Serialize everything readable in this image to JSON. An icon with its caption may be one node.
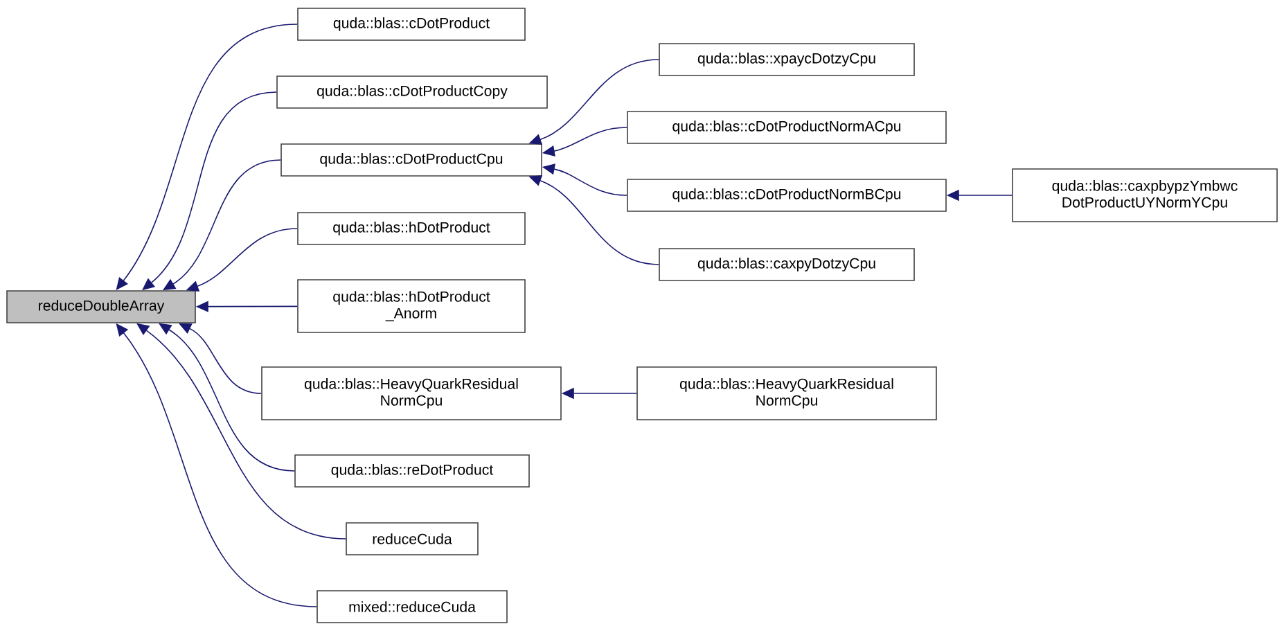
{
  "diagram": {
    "nodes": [
      {
        "text": [
          "reduceDoubleArray"
        ]
      },
      {
        "text": [
          "quda::blas::cDotProduct"
        ]
      },
      {
        "text": [
          "quda::blas::cDotProductCopy"
        ]
      },
      {
        "text": [
          "quda::blas::cDotProductCpu"
        ]
      },
      {
        "text": [
          "quda::blas::xpaycDotzyCpu"
        ]
      },
      {
        "text": [
          "quda::blas::cDotProductNormACpu"
        ]
      },
      {
        "text": [
          "quda::blas::cDotProductNormBCpu"
        ]
      },
      {
        "text": [
          "quda::blas::caxpbypzYmbwc DotProductUYNormYCpu"
        ]
      },
      {
        "text": [
          "quda::blas::caxpyDotzyCpu"
        ]
      },
      {
        "text": [
          "quda::blas::hDotProduct"
        ]
      },
      {
        "text": [
          "quda::blas::hDotProduct _Anorm"
        ]
      },
      {
        "text": [
          "quda::blas::HeavyQuarkResidual NormCpu"
        ]
      },
      {
        "text": [
          "quda::blas::HeavyQuarkResidual NormCpu"
        ]
      },
      {
        "text": [
          "quda::blas::reDotProduct"
        ]
      },
      {
        "text": [
          "reduceCuda"
        ]
      },
      {
        "text": [
          "mixed::reduceCuda"
        ]
      }
    ],
    "edges": [
      {
        "from": 1,
        "to": 0,
        "arrow": "to"
      },
      {
        "from": 2,
        "to": 0,
        "arrow": "to"
      },
      {
        "from": 3,
        "to": 0,
        "arrow": "to"
      },
      {
        "from": 4,
        "to": 3,
        "arrow": "to"
      },
      {
        "from": 5,
        "to": 3,
        "arrow": "to"
      },
      {
        "from": 6,
        "to": 3,
        "arrow": "to"
      },
      {
        "from": 7,
        "to": 6,
        "arrow": "to"
      },
      {
        "from": 8,
        "to": 3,
        "arrow": "to"
      },
      {
        "from": 9,
        "to": 0,
        "arrow": "to"
      },
      {
        "from": 10,
        "to": 0,
        "arrow": "to"
      },
      {
        "from": 11,
        "to": 0,
        "arrow": "to"
      },
      {
        "from": 12,
        "to": 11,
        "arrow": "to"
      },
      {
        "from": 13,
        "to": 0,
        "arrow": "to"
      },
      {
        "from": 14,
        "to": 0,
        "arrow": "to"
      },
      {
        "from": 15,
        "to": 0,
        "arrow": "to"
      }
    ]
  }
}
